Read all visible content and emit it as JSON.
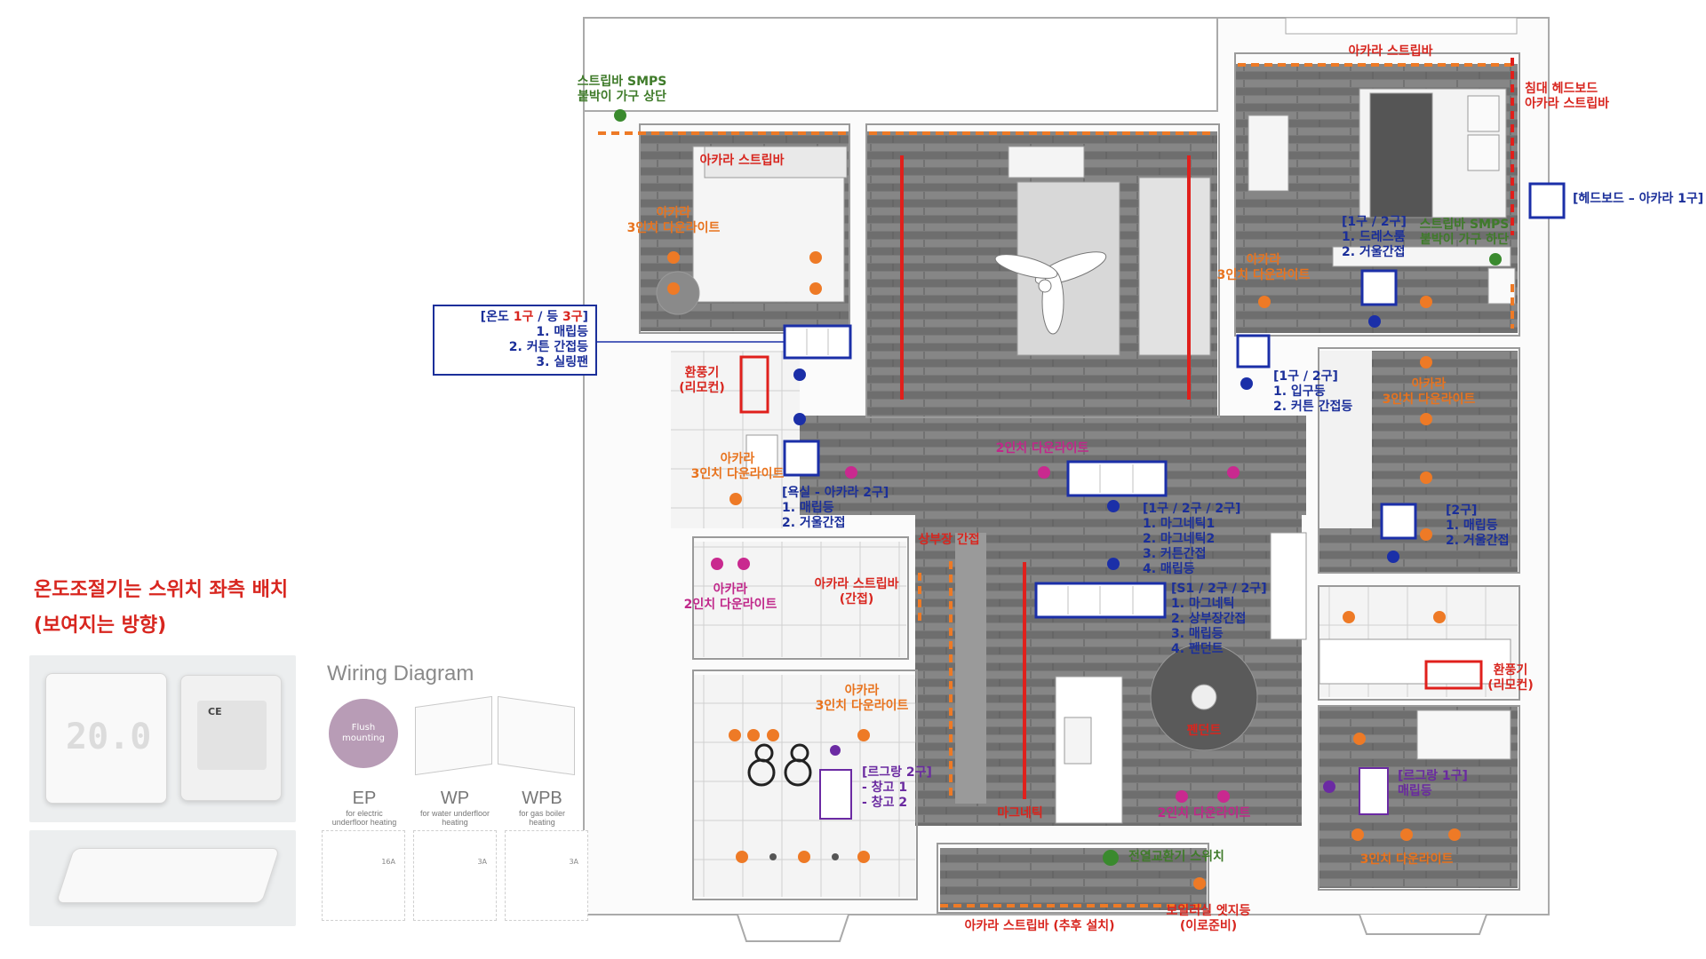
{
  "labels": {
    "strip_smps_top": "스트립바 SMPS\n붙박이 가구 상단",
    "akara_strip_top_right": "아카라 스트립바",
    "bed_headboard": "침대 헤드보드\n아카라 스트립바",
    "headboard_switch": "[헤드보드 – 아카라 1구]",
    "akara_strip_room1": "아카라 스트립바",
    "akara_3in_room1": "아카라\n3인치 다운라이트",
    "bedroom_switch": "[1구 / 2구]\n1. 드레스룸\n2. 거울간접",
    "strip_smps_bottom": "스트립바 SMPS\n붙박이 가구 하단",
    "akara_3in_bedroom": "아카라\n3인치 다운라이트",
    "vent_remote_left": "환풍기\n(리모컨)",
    "entrance_switch": "[1구 / 2구]\n1. 입구등\n2. 커튼 간접등",
    "akara_3in_right": "아카라\n3인치 다운라이트",
    "downlight_2in_living": "2인치 다운라이트",
    "akara_3in_bath": "아카라\n3인치 다운라이트",
    "bath_switch": "[욕실 - 아카라 2구]\n1. 매립등\n2. 거울간접",
    "living_switch": "[1구 / 2구 / 2구]\n1. 마그네틱1\n2. 마그네틱2\n3. 커튼간접\n4. 매립등",
    "right_room_switch": "[2구]\n1. 매립등\n2. 거울간접",
    "cabinet_indirect": "상부장 간접",
    "akara_2in": "아카라\n2인치 다운라이트",
    "akara_strip_indirect": "아카라 스트립바\n(간접)",
    "kitchen_switch": "[S1 / 2구 / 2구]\n1. 마그네틱\n2. 상부장간접\n3. 매립등\n4. 펜던트",
    "vent_remote_right": "환풍기\n(리모컨)",
    "akara_3in_storage": "아카라\n3인치 다운라이트",
    "legrand_2": "[르그랑 2구]\n- 창고 1\n- 창고 2",
    "pendant": "펜던트",
    "legrand_1": "[르그랑 1구]\n매립등",
    "magnetic": "마그네틱",
    "downlight_2in_kitchen": "2인치 다운라이트",
    "downlight_3in_bottom": "3인치 다운라이트",
    "hrv_switch": "전열교환기 스위치",
    "boiler_edge": "보일러실 엣지등\n(이로준비)",
    "akara_strip_bottom": "아카라 스트립바 (추후 설치)"
  },
  "temp_box": {
    "title_pre": "[온도 ",
    "title_1": "1구",
    "title_mid": " / 등 ",
    "title_3": "3구",
    "title_post": "]",
    "l1": "1. 매립등",
    "l2": "2. 커튼 간접등",
    "l3": "3. 실링팬"
  },
  "note": {
    "line1": "온도조절기는 스위치 좌측 배치",
    "line2": "(보여지는 방향)"
  },
  "thermostat": {
    "screen": "20.0",
    "brand": "CE"
  },
  "wiring": {
    "title": "Wiring Diagram",
    "flush": "Flush\nmounting",
    "models": [
      {
        "code": "EP",
        "desc": "for electric\nunderfloor heating"
      },
      {
        "code": "WP",
        "desc": "for water underfloor\nheating"
      },
      {
        "code": "WPB",
        "desc": "for gas boiler\nheating"
      }
    ],
    "terminals": [
      "16A",
      "3A",
      "3A"
    ]
  },
  "colors": {
    "floor": "#7c7c7c",
    "wall": "#ffffff",
    "akara_orange": "#ee7a26",
    "magenta": "#c9298f",
    "blue": "#1b2fa8",
    "red": "#e0201c",
    "green": "#3a8a2e",
    "purple": "#6b2aa3"
  }
}
